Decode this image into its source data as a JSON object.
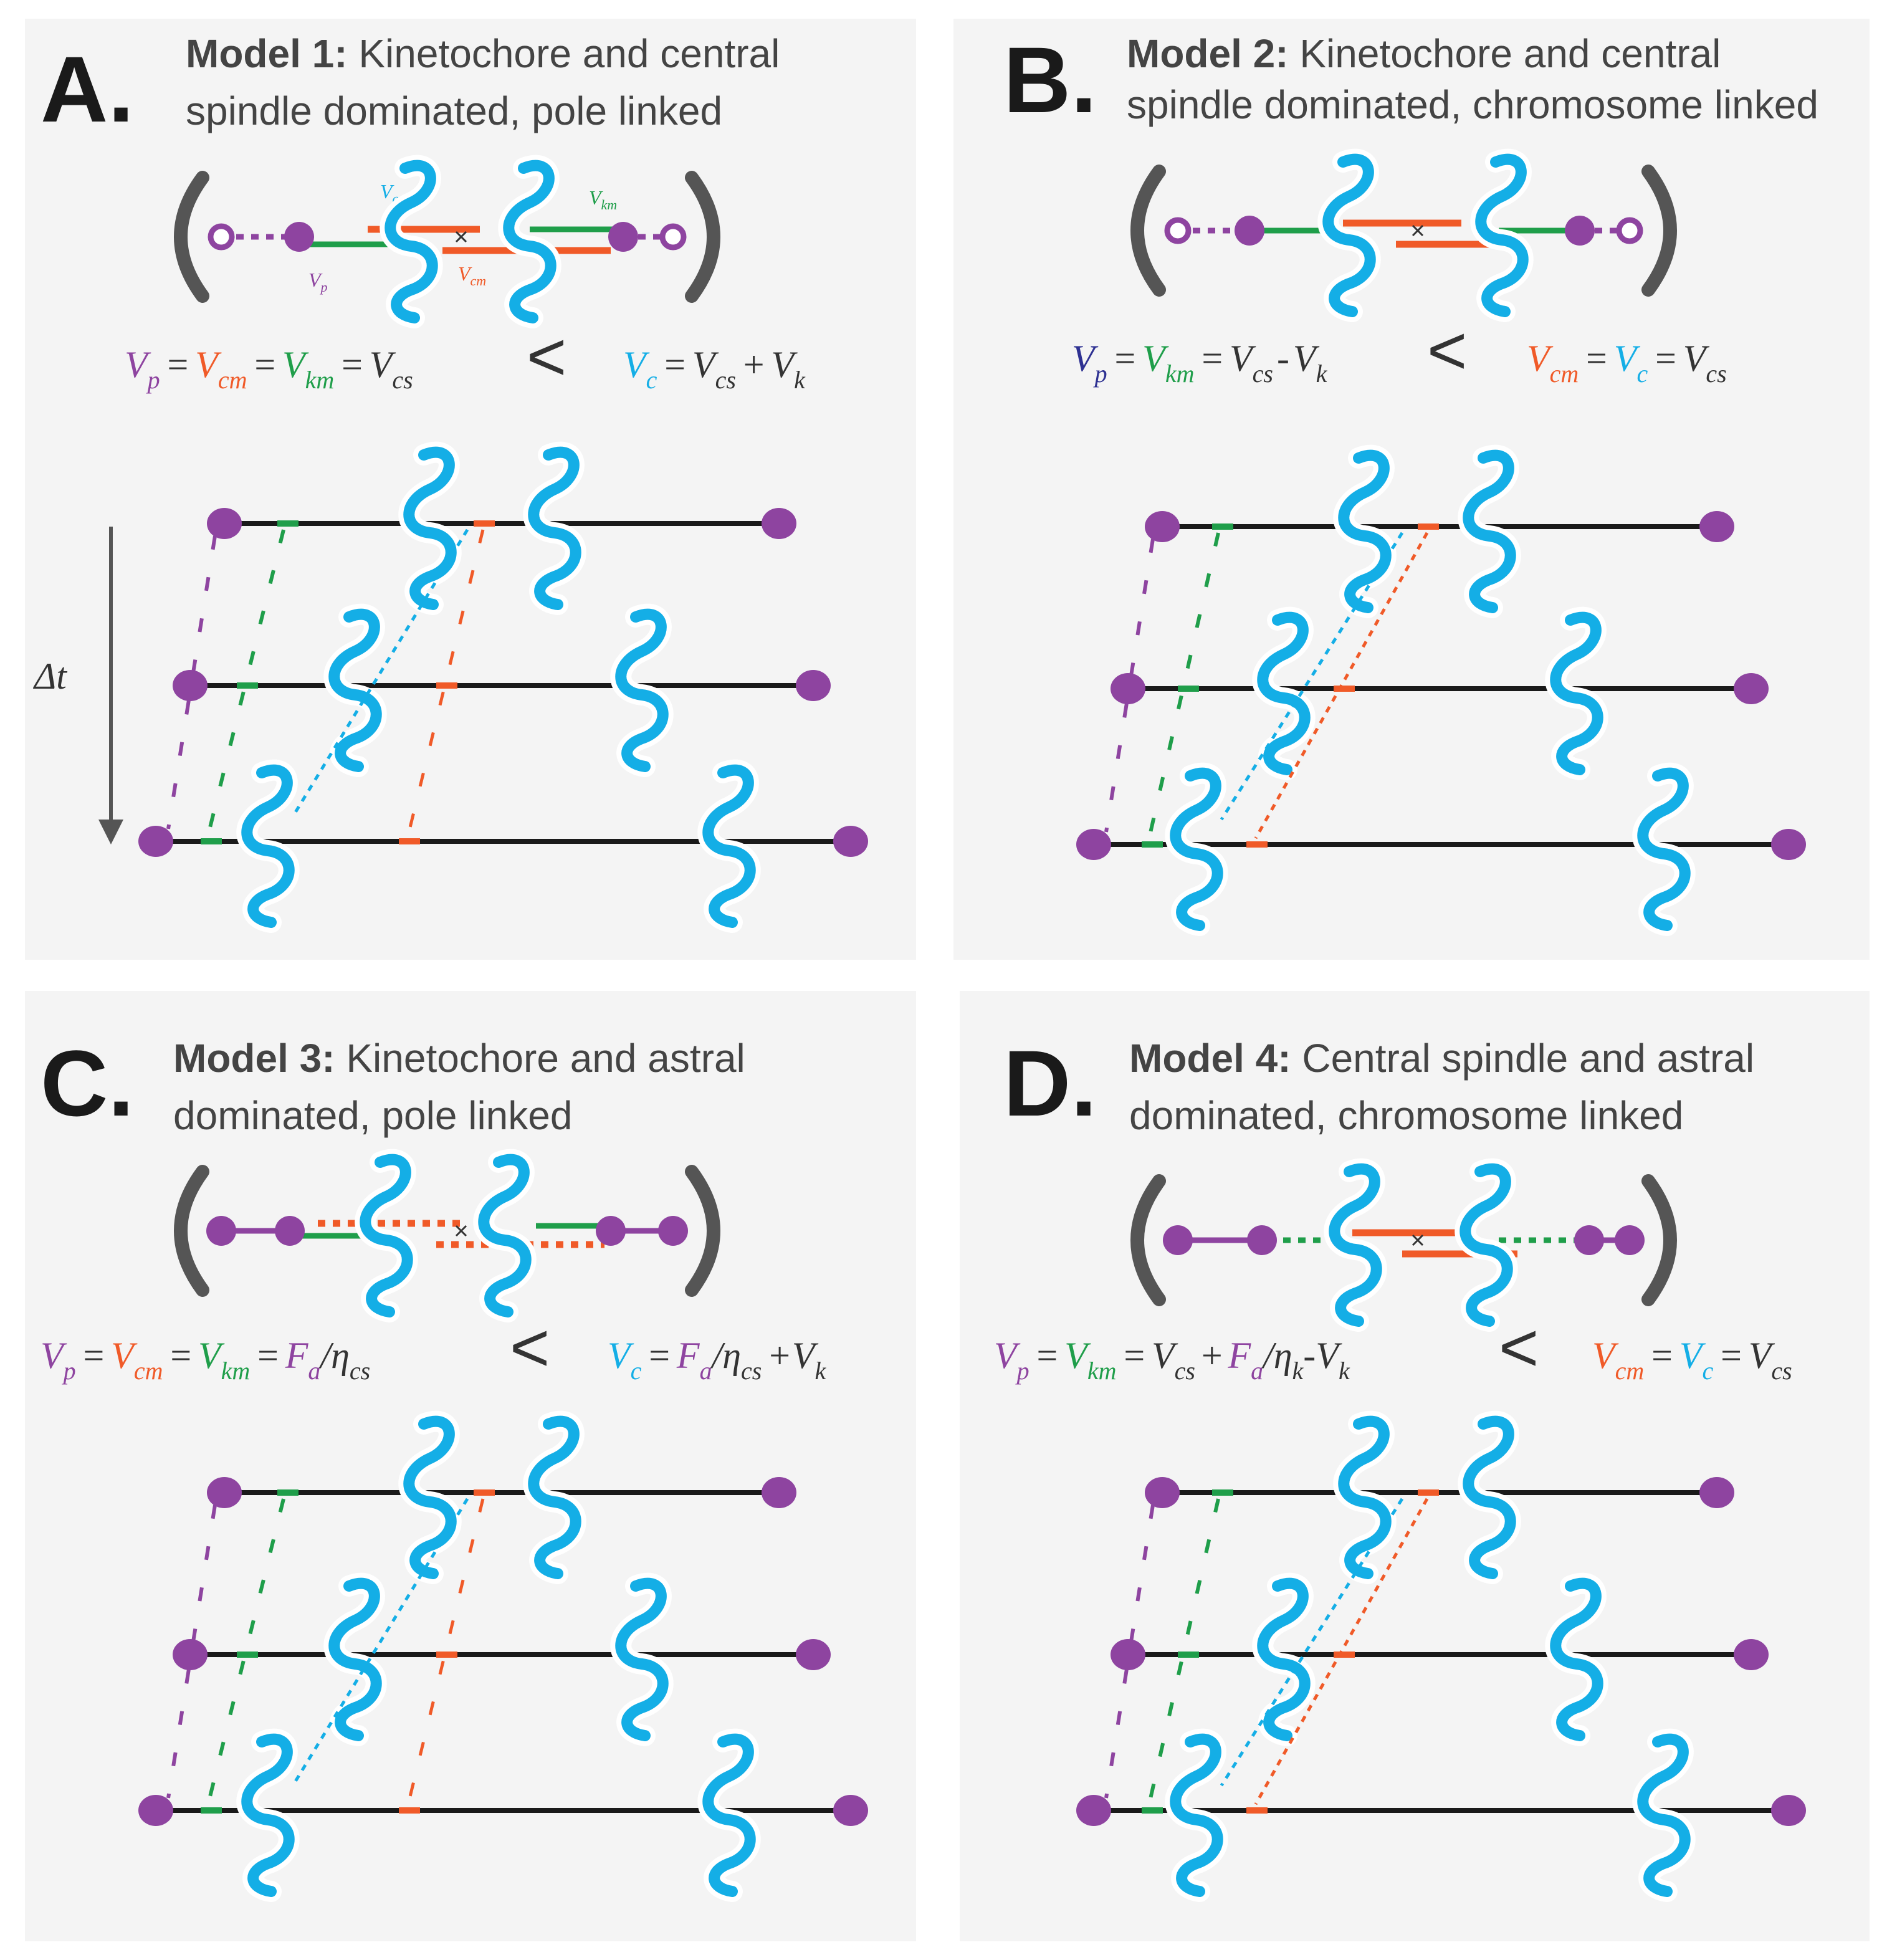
{
  "panels": [
    {
      "letter": "A.",
      "model": "Model 1:",
      "title_rest_1": " Kinetochore and central",
      "title_line_2": "spindle dominated, pole linked",
      "eq_left": "V_p = V_cm = V_km = V_cs",
      "eq_right": "V_c = V_cs + V_k",
      "time_label": "Δt",
      "diagram_labels": [
        "V_c",
        "V_km",
        "V_p",
        "V_cm"
      ]
    },
    {
      "letter": "B.",
      "model": "Model 2:",
      "title_rest_1": " Kinetochore and central",
      "title_line_2": "spindle dominated, chromosome linked",
      "eq_left": "V_p = V_km = V_cs - V_k",
      "eq_right": "V_cm = V_c = V_cs"
    },
    {
      "letter": "C.",
      "model": "Model 3:",
      "title_rest_1": " Kinetochore and astral",
      "title_line_2": "dominated, pole linked",
      "eq_left": "V_p = V_cm = V_km = F_a/η_cs",
      "eq_right": "V_c = F_a/η_cs + V_k"
    },
    {
      "letter": "D.",
      "model": "Model 4:",
      "title_rest_1": " Central spindle and astral",
      "title_line_2": "dominated, chromosome linked",
      "eq_left": "V_p = V_km = V_cs + F_a/η_k - V_k",
      "eq_right": "V_cm = V_c = V_cs"
    }
  ],
  "symbols": {
    "less_than": "<",
    "V": "V",
    "p": "p",
    "cm": "cm",
    "km": "km",
    "cs": "cs",
    "c": "c",
    "k": "k",
    "F": "F",
    "a": "a",
    "eta": "η",
    "eq": "=",
    "plus": "+",
    "minus": "-",
    "slash": "/",
    "x_mark": "×"
  },
  "colors": {
    "purple": "#8e44a0",
    "orange": "#f05a28",
    "green": "#1f9e4a",
    "cyan": "#14aee6",
    "navy": "#2e3192",
    "black": "#1a1a1a",
    "bracket": "#555555",
    "panel_bg": "#f4f4f4"
  }
}
